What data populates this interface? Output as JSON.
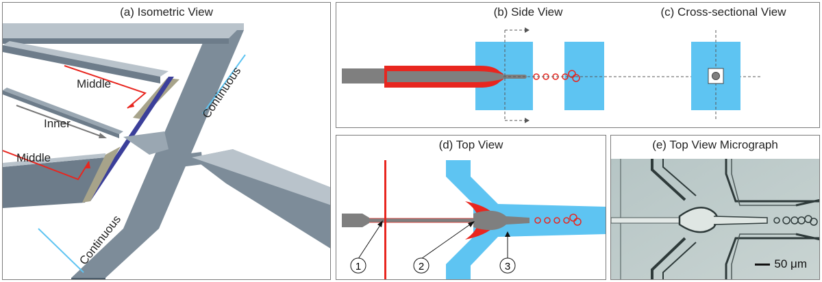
{
  "panels": {
    "a": {
      "title": "(a) Isometric View",
      "labels": {
        "middle_top": "Middle",
        "inner": "Inner",
        "middle_bottom": "Middle",
        "continuous_right": "Continuous",
        "continuous_bottom": "Continuous"
      }
    },
    "b": {
      "title": "(b) Side View"
    },
    "c": {
      "title": "(c) Cross-sectional View"
    },
    "d": {
      "title": "(d) Top View",
      "markers": [
        "1",
        "2",
        "3"
      ]
    },
    "e": {
      "title": "(e) Top View Micrograph",
      "scale_label": "50 μm"
    }
  },
  "colors": {
    "fluid_red": "#e8261f",
    "channel_blue": "#5ec4f2",
    "capillary_gray": "#7f7f7f",
    "iso_dark": "#6d7c8a",
    "iso_light": "#9aa7b2",
    "iso_top": "#b9c3cb"
  }
}
